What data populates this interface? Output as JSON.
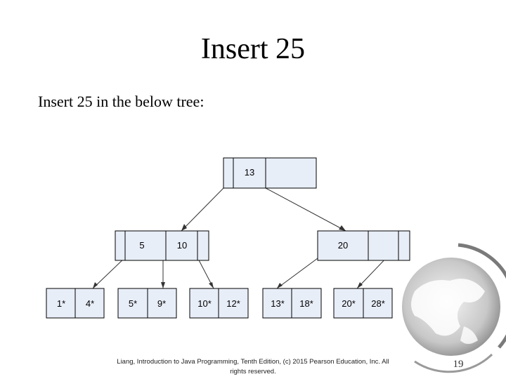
{
  "slide": {
    "title": "Insert 25",
    "body": "Insert 25 in the below tree:",
    "footer_line1": "Liang, Introduction to Java Programming, Tenth Edition, (c) 2015 Pearson Education, Inc. All",
    "footer_line2": "rights reserved.",
    "page_number": "19"
  },
  "tree": {
    "root": {
      "keys": [
        "13"
      ]
    },
    "internal": [
      {
        "keys": [
          "5",
          "10"
        ]
      },
      {
        "keys": [
          "20"
        ]
      }
    ],
    "leaves": [
      {
        "keys": [
          "1*",
          "4*"
        ]
      },
      {
        "keys": [
          "5*",
          "9*"
        ]
      },
      {
        "keys": [
          "10*",
          "12*"
        ]
      },
      {
        "keys": [
          "13*",
          "18*"
        ]
      },
      {
        "keys": [
          "20*",
          "28*"
        ]
      }
    ]
  },
  "colors": {
    "node_fill": "#e8eef8",
    "edge": "#333333"
  },
  "icons": {
    "decoration": "globe-icon"
  }
}
